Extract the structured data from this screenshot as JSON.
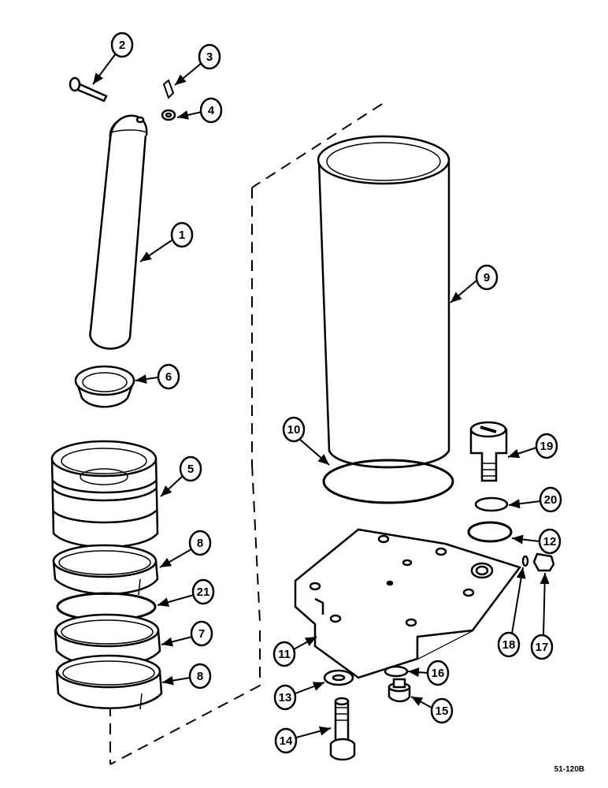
{
  "callouts": [
    {
      "id": "c1",
      "text": "1"
    },
    {
      "id": "c2",
      "text": "2"
    },
    {
      "id": "c3",
      "text": "3"
    },
    {
      "id": "c4",
      "text": "4"
    },
    {
      "id": "c5",
      "text": "5"
    },
    {
      "id": "c6",
      "text": "6"
    },
    {
      "id": "c7",
      "text": "7"
    },
    {
      "id": "c8a",
      "text": "8"
    },
    {
      "id": "c8b",
      "text": "8"
    },
    {
      "id": "c9",
      "text": "9"
    },
    {
      "id": "c10",
      "text": "10"
    },
    {
      "id": "c11",
      "text": "11"
    },
    {
      "id": "c12",
      "text": "12"
    },
    {
      "id": "c13",
      "text": "13"
    },
    {
      "id": "c14",
      "text": "14"
    },
    {
      "id": "c15",
      "text": "15"
    },
    {
      "id": "c16",
      "text": "16"
    },
    {
      "id": "c17",
      "text": "17"
    },
    {
      "id": "c18",
      "text": "18"
    },
    {
      "id": "c19",
      "text": "19"
    },
    {
      "id": "c20",
      "text": "20"
    },
    {
      "id": "c21",
      "text": "21"
    }
  ],
  "reference_code": "51-120B"
}
